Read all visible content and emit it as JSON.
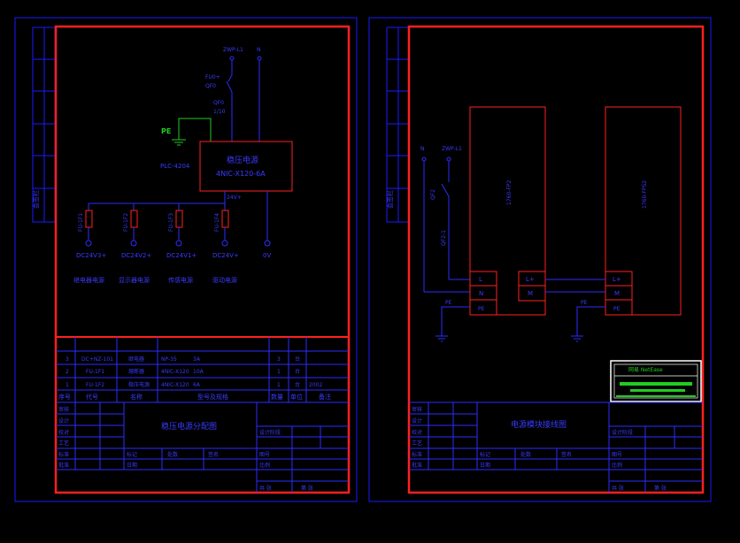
{
  "colors": {
    "background": "#000000",
    "frame_outer": "#1a1aff",
    "frame_inner": "#ff2020",
    "wire": "#2c2cff",
    "green": "#22cc22",
    "white": "#ffffff"
  },
  "left": {
    "side_label": "会签栏",
    "top_terminals": [
      "ZWP-L1",
      "N"
    ],
    "switch_labels": [
      "FU0+",
      "QF0",
      "QF0",
      "1/10"
    ],
    "ground_label": "PE",
    "plc_label": "PLC-4204",
    "psu_line1": "稳压电源",
    "psu_line2": "4NIC-X120-6A",
    "bus_label": "24V+",
    "fuse_labels": [
      "FU-1F1",
      "FU-1F2",
      "FU-1F3",
      "FU-1F4"
    ],
    "outputs": [
      "DC24V3+",
      "DC24V2+",
      "DC24V1+",
      "DC24V+",
      "0V"
    ],
    "loads": [
      "继电器电源",
      "显示器电源",
      "传感电源",
      "驱动电源"
    ],
    "bom_rows": [
      [
        "3",
        "DC+NZ-101",
        "继电器",
        "NP-35",
        "3A",
        "3",
        "台",
        ""
      ],
      [
        "2",
        "FU-1F1",
        "熔断器",
        "4NIC-X120",
        "10A",
        "1",
        "台",
        ""
      ],
      [
        "1",
        "FU-1F2",
        "稳压电源",
        "4NIC-X120",
        "6A",
        "1",
        "台",
        "2002"
      ]
    ],
    "bom_header": [
      "序号",
      "代号",
      "名称",
      "型号及规格",
      "数量",
      "单位",
      "备注"
    ],
    "title_left_labels": [
      "审核",
      "设计",
      "校对",
      "工艺",
      "标准",
      "批准"
    ],
    "title_center": "稳压电源分配图",
    "title_right_rows": [
      "设计阶段",
      "图号",
      "比例",
      "共 张",
      "第 张"
    ],
    "sign_row": [
      "标记",
      "处数",
      "签名",
      "日期"
    ]
  },
  "right": {
    "side_label": "会签栏",
    "top_terminals": [
      "N",
      "ZWP-L1"
    ],
    "switch_labels": [
      "QF2",
      "QF2-1"
    ],
    "module1_label": "1760-FP2",
    "module2_label": "1760-FPS2",
    "module1_terms": [
      "L",
      "N",
      "PE"
    ],
    "module1_out": [
      "L+",
      "M"
    ],
    "module2_terms": [
      "L+",
      "M",
      "PE"
    ],
    "ground_labels": [
      "PE",
      "PE"
    ],
    "logo_text": "网易 NetEase",
    "title_left_labels": [
      "审核",
      "设计",
      "校对",
      "工艺",
      "标准",
      "批准"
    ],
    "title_center": "电源模块接线图",
    "title_right_rows": [
      "设计阶段",
      "图号",
      "比例",
      "共 张",
      "第 张"
    ],
    "sign_row": [
      "标记",
      "处数",
      "签名",
      "日期"
    ]
  }
}
